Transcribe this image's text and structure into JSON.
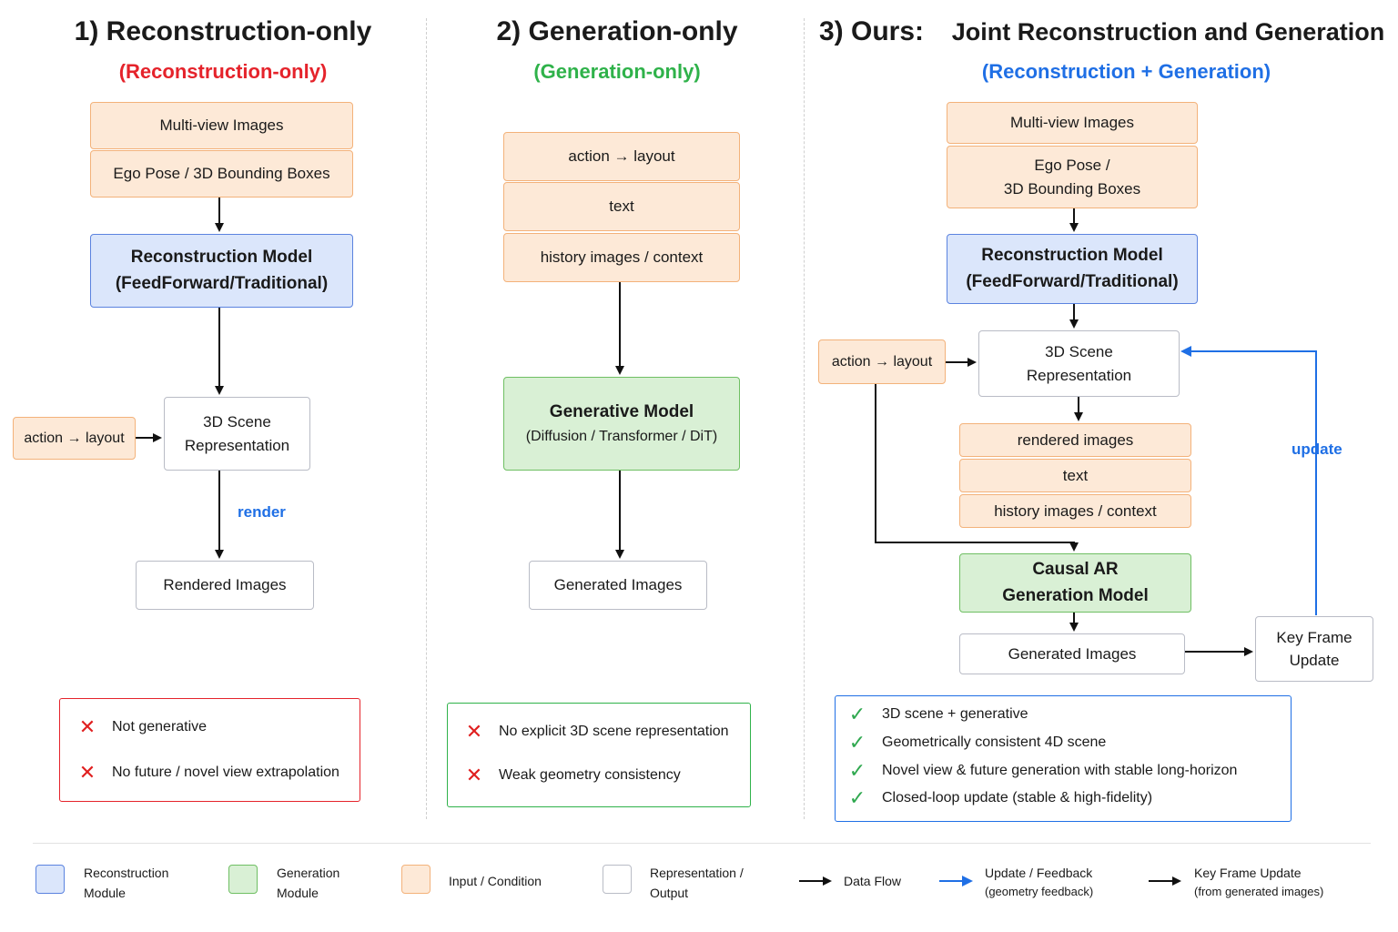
{
  "panel1": {
    "title": "1) Reconstruction-only",
    "subtitle": "(Reconstruction-only)",
    "subtitle_color": "#e5232b",
    "input1": "Multi-view Images",
    "input2": "Ego Pose / 3D Bounding Boxes",
    "model_line1": "Reconstruction Model",
    "model_line2": "(FeedForward/Traditional)",
    "action": "action → layout",
    "scene_line1": "3D Scene",
    "scene_line2": "Representation",
    "render_label": "render",
    "output": "Rendered Images",
    "cons": [
      "Not generative",
      "No future / novel view extrapolation"
    ]
  },
  "panel2": {
    "title": "2) Generation-only",
    "subtitle": "(Generation-only)",
    "subtitle_color": "#2fb24a",
    "input1": "action → layout",
    "input2": "text",
    "input3": "history images / context",
    "model_line1": "Generative Model",
    "model_line2": "(Diffusion / Transformer / DiT)",
    "output": "Generated Images",
    "cons": [
      "No explicit 3D scene representation",
      "Weak geometry consistency"
    ]
  },
  "panel3": {
    "title_prefix": "3) Ours:",
    "title_rest": "Joint Reconstruction and Generation",
    "subtitle": "(Reconstruction + Generation)",
    "subtitle_color": "#1f6fe5",
    "input1": "Multi-view Images",
    "input2_line1": "Ego Pose /",
    "input2_line2": "3D Bounding Boxes",
    "model_line1": "Reconstruction Model",
    "model_line2": "(FeedForward/Traditional)",
    "action": "action → layout",
    "scene_line1": "3D Scene",
    "scene_line2": "Representation",
    "cond1": "rendered images",
    "cond2": "text",
    "cond3": "history images / context",
    "ar_line1": "Causal AR",
    "ar_line2": "Generation Model",
    "output": "Generated Images",
    "keyframe_line1": "Key Frame",
    "keyframe_line2": "Update",
    "update_label": "update",
    "pros": [
      "3D scene + generative",
      "Geometrically consistent 4D scene",
      "Novel view & future generation with stable long-horizon",
      "Closed-loop update (stable & high-fidelity)"
    ]
  },
  "legend": {
    "recon": [
      "Reconstruction",
      "Module"
    ],
    "gen": [
      "Generation",
      "Module"
    ],
    "input": "Input / Condition",
    "rep": [
      "Representation /",
      "Output"
    ],
    "flow": "Data Flow",
    "update": [
      "Update / Feedback",
      "(geometry feedback)"
    ],
    "keyframe": [
      "Key Frame Update",
      "(from generated images)"
    ]
  },
  "colors": {
    "input_fill": "#fde9d7",
    "input_border": "#f3b27a",
    "recon_fill": "#dbe6fb",
    "recon_border": "#5b83df",
    "gen_fill": "#d9f0d5",
    "gen_border": "#6fbf63",
    "rep_border": "#b9bcc6",
    "feedback": "#1f6fe5",
    "cons_border": "#e5232b",
    "cons_border_gen": "#2fb24a",
    "pros_border": "#1f6fe5"
  },
  "icons": {
    "con": "cross-icon",
    "pro": "check-icon",
    "flow": "arrow-right-icon"
  }
}
